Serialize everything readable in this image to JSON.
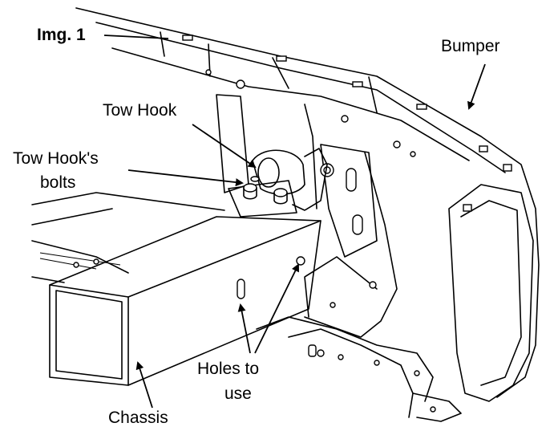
{
  "title": "Img. 1",
  "labels": {
    "bumper": "Bumper",
    "tow_hook": "Tow Hook",
    "tow_hook_bolts_line1": "Tow Hook's",
    "tow_hook_bolts_line2": "bolts",
    "holes_line1": "Holes to",
    "holes_line2": "use",
    "chassis": "Chassis"
  }
}
